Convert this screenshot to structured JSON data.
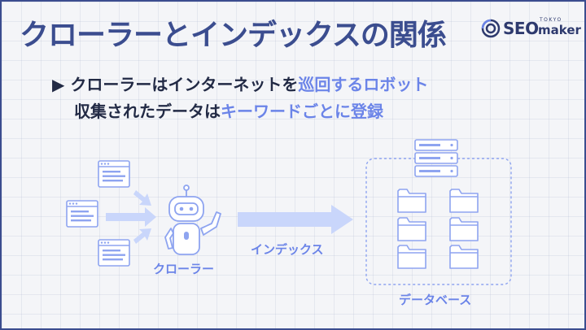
{
  "title": "クローラーとインデックスの関係",
  "logo": {
    "primary": "SEO",
    "secondary": "maker",
    "small": "TOKYO"
  },
  "lines": {
    "line1": {
      "marker": "▶",
      "prefix": " クローラーはインターネットを",
      "accent": "巡回するロボット"
    },
    "line2": {
      "prefix": "収集されたデータは",
      "accent": "キーワードごとに登録"
    }
  },
  "labels": {
    "crawler": "クローラー",
    "index": "インデックス",
    "database": "データベース"
  },
  "colors": {
    "title": "#3b4d8f",
    "accent": "#6b84e8",
    "light": "#c9d6fb",
    "text": "#222a45"
  },
  "icons": [
    "webpage-icon",
    "robot-icon",
    "arrow-icon",
    "server-icon",
    "folder-icon"
  ]
}
